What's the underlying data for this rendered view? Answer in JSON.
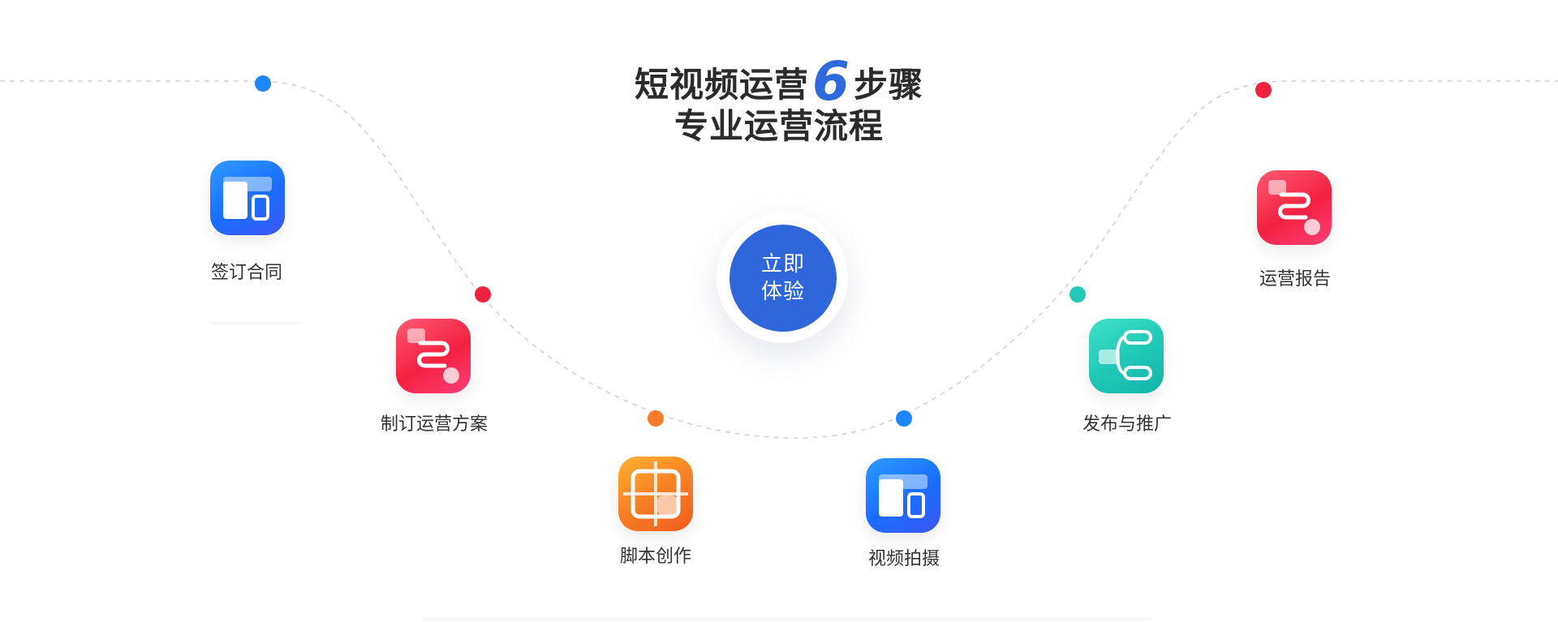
{
  "headline": {
    "line1_before": "短视频运营",
    "line1_number": "6",
    "line1_after": "步骤",
    "line2": "专业运营流程"
  },
  "cta": {
    "line1": "立即",
    "line2": "体验",
    "color": "#2f66db"
  },
  "steps": [
    {
      "label": "签订合同",
      "icon": "layout-panel-icon",
      "color": "#1e86ff"
    },
    {
      "label": "制订运营方案",
      "icon": "flow-path-icon",
      "color": "#f0233f"
    },
    {
      "label": "脚本创作",
      "icon": "crop-frame-icon",
      "color": "#f77b28"
    },
    {
      "label": "视频拍摄",
      "icon": "layout-panel-icon",
      "color": "#1e86ff"
    },
    {
      "label": "发布与推广",
      "icon": "branch-node-icon",
      "color": "#22c7b8"
    },
    {
      "label": "运营报告",
      "icon": "flow-path-icon",
      "color": "#f0233f"
    }
  ],
  "colors": {
    "accent": "#2f69de",
    "curve": "#cfd3da"
  }
}
